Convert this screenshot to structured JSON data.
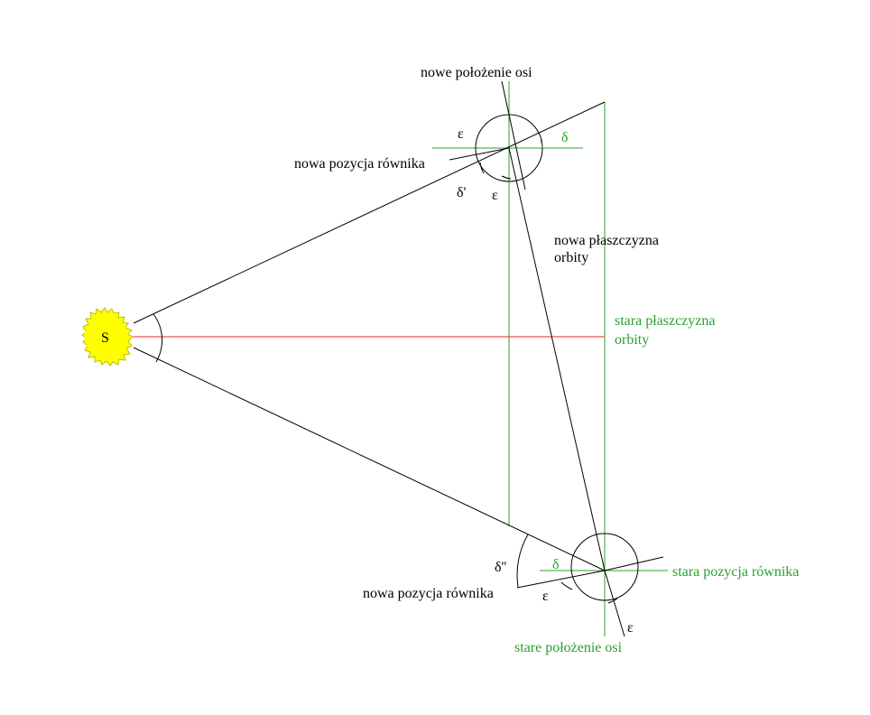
{
  "colors": {
    "line": "#000000",
    "green": "#2ca02c",
    "red": "#e8262b",
    "sun_fill": "#ffff00",
    "sun_rays": "#bdbd00"
  },
  "labels": {
    "sun": "S",
    "new_axis": "nowe położenie osi",
    "epsilon": "ε",
    "delta": "δ",
    "delta_prime": "δ'",
    "delta_double_prime": "δ''",
    "new_equator_top": "nowa pozycja równika",
    "new_orbit_plane_line1": "nowa płaszczyzna",
    "new_orbit_plane_line2": "orbity",
    "old_orbit_plane_line1": "stara płaszczyzna",
    "old_orbit_plane_line2": "orbity",
    "new_equator_bottom": "nowa pozycja równika",
    "old_equator": "stara pozycja równika",
    "old_axis": "stare położenie osi"
  }
}
